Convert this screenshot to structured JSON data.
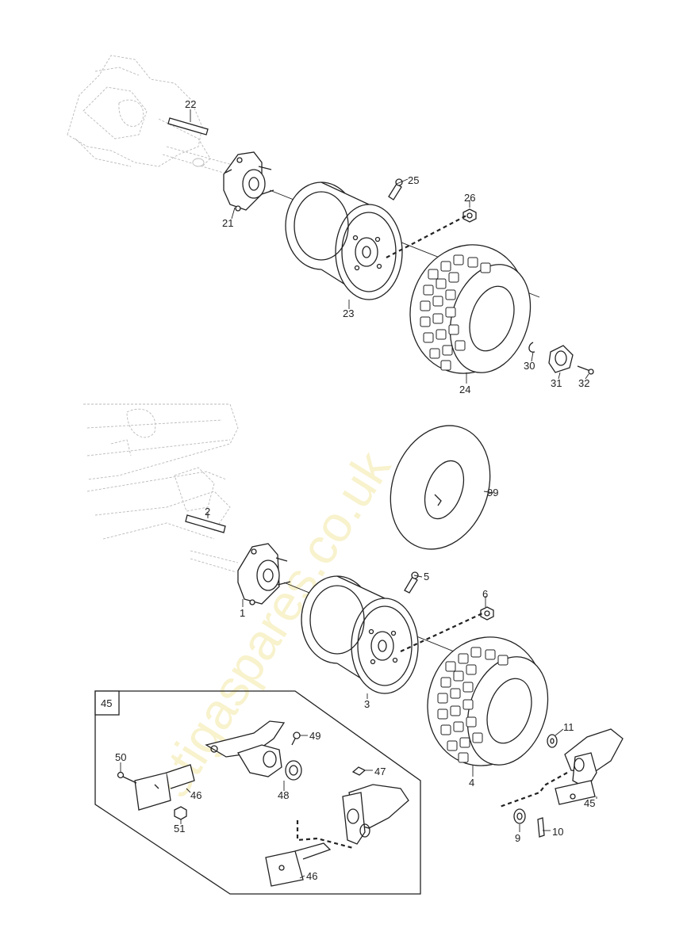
{
  "watermark": "stigaspares.co.uk",
  "callouts": {
    "c1": "1",
    "c2": "2",
    "c3": "3",
    "c4": "4",
    "c5": "5",
    "c6": "6",
    "c9": "9",
    "c10": "10",
    "c11": "11",
    "c21": "21",
    "c22": "22",
    "c23": "23",
    "c24": "24",
    "c25": "25",
    "c26": "26",
    "c30": "30",
    "c31": "31",
    "c32": "32",
    "c45_box": "45",
    "c45": "45",
    "c46a": "46",
    "c46b": "46",
    "c47": "47",
    "c48": "48",
    "c49": "49",
    "c50": "50",
    "c51": "51",
    "c99": "99"
  }
}
